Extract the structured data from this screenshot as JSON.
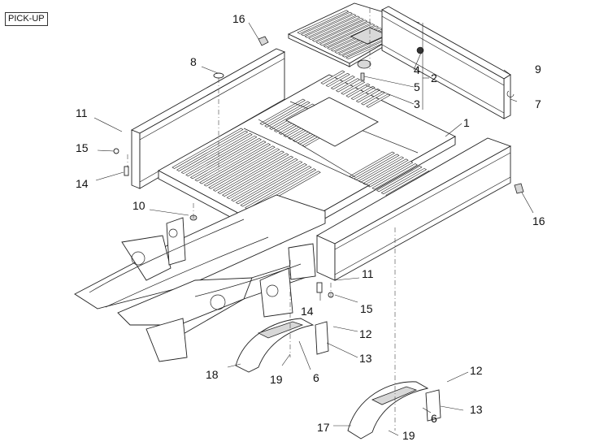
{
  "diagram": {
    "tag_label": "PICK-UP",
    "callouts": [
      {
        "id": "c1",
        "text": "1"
      },
      {
        "id": "c2",
        "text": "2"
      },
      {
        "id": "c3",
        "text": "3"
      },
      {
        "id": "c4",
        "text": "4"
      },
      {
        "id": "c5",
        "text": "5"
      },
      {
        "id": "c6a",
        "text": "6"
      },
      {
        "id": "c6b",
        "text": "6"
      },
      {
        "id": "c7",
        "text": "7"
      },
      {
        "id": "c8",
        "text": "8"
      },
      {
        "id": "c9",
        "text": "9"
      },
      {
        "id": "c10",
        "text": "10"
      },
      {
        "id": "c11a",
        "text": "11"
      },
      {
        "id": "c11b",
        "text": "11"
      },
      {
        "id": "c12a",
        "text": "12"
      },
      {
        "id": "c12b",
        "text": "12"
      },
      {
        "id": "c13a",
        "text": "13"
      },
      {
        "id": "c13b",
        "text": "13"
      },
      {
        "id": "c14a",
        "text": "14"
      },
      {
        "id": "c14b",
        "text": "14"
      },
      {
        "id": "c15a",
        "text": "15"
      },
      {
        "id": "c15b",
        "text": "15"
      },
      {
        "id": "c16a",
        "text": "16"
      },
      {
        "id": "c16b",
        "text": "16"
      },
      {
        "id": "c17",
        "text": "17"
      },
      {
        "id": "c18",
        "text": "18"
      },
      {
        "id": "c19a",
        "text": "19"
      },
      {
        "id": "c19b",
        "text": "19"
      }
    ]
  }
}
